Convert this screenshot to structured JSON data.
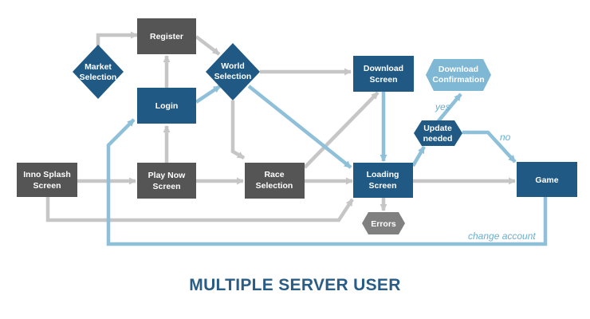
{
  "title": "MULTIPLE SERVER USER",
  "colors": {
    "dark_gray": "#555555",
    "mid_gray": "#808080",
    "dark_blue": "#205a84",
    "light_blue": "#7fb8d4",
    "gray_line": "#c6c6c6",
    "blue_line": "#8fc0da",
    "label_blue": "#6aaed0",
    "title_blue": "#2a5d86"
  },
  "nodes": {
    "register": "Register",
    "market_selection": [
      "Market",
      "Selection"
    ],
    "login": "Login",
    "world_selection": [
      "World",
      "Selection"
    ],
    "download_screen": [
      "Download",
      "Screen"
    ],
    "download_confirmation": [
      "Download",
      "Confirmation"
    ],
    "update_needed": [
      "Update",
      "needed"
    ],
    "inno_splash": [
      "Inno Splash",
      "Screen"
    ],
    "play_now": [
      "Play Now",
      "Screen"
    ],
    "race_selection": [
      "Race",
      "Selection"
    ],
    "loading_screen": [
      "Loading",
      "Screen"
    ],
    "errors": "Errors",
    "game": "Game"
  },
  "edge_labels": {
    "yes": "yes",
    "no": "no",
    "change_account": "change account"
  }
}
